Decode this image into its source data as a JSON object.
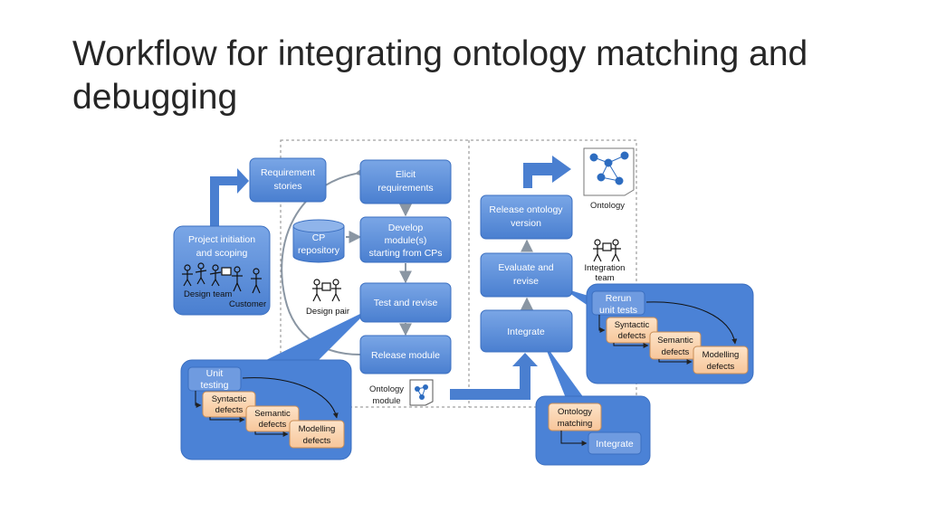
{
  "title": "Workflow for integrating ontology matching and debugging",
  "colors": {
    "box_blue": "#5b8ed8",
    "box_blue_dark": "#3b6fc0",
    "defect_orange": "#fbd5b3",
    "panel_blue": "#4b82d6",
    "arrow_gray": "#9aa3ad"
  },
  "boxes": {
    "requirement_stories": [
      "Requirement",
      "stories"
    ],
    "elicit": [
      "Elicit",
      "requirements"
    ],
    "develop": [
      "Develop",
      "module(s)",
      "starting from CPs"
    ],
    "cp_repository": [
      "CP",
      "repository"
    ],
    "test_revise": [
      "Test and revise"
    ],
    "release_module": [
      "Release module"
    ],
    "project_initiation": [
      "Project initiation",
      "and scoping"
    ],
    "release_ontology": [
      "Release ontology",
      "version"
    ],
    "evaluate": [
      "Evaluate and",
      "revise"
    ],
    "integrate": [
      "Integrate"
    ]
  },
  "people_labels": {
    "design_team": "Design team",
    "customer": "Customer",
    "design_pair": "Design pair",
    "integration_team": [
      "Integration",
      "team"
    ]
  },
  "documents": {
    "ontology": "Ontology",
    "ontology_module": [
      "Ontology",
      "module"
    ]
  },
  "left_panel": {
    "unit_testing": [
      "Unit",
      "testing"
    ],
    "syntactic": [
      "Syntactic",
      "defects"
    ],
    "semantic": [
      "Semantic",
      "defects"
    ],
    "modelling": [
      "Modelling",
      "defects"
    ]
  },
  "right_panel": {
    "rerun": [
      "Rerun",
      "unit tests"
    ],
    "syntactic": [
      "Syntactic",
      "defects"
    ],
    "semantic": [
      "Semantic",
      "defects"
    ],
    "modelling": [
      "Modelling",
      "defects"
    ]
  },
  "bottom_panel": {
    "ontology_matching": [
      "Ontology",
      "matching"
    ],
    "integrate": "Integrate"
  }
}
